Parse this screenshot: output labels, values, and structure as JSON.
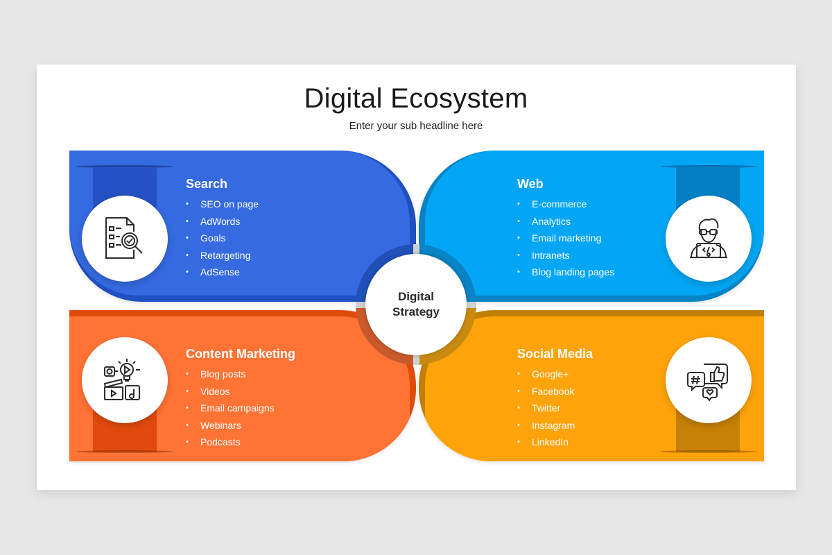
{
  "header": {
    "title": "Digital Ecosystem",
    "subtitle": "Enter your sub headline here"
  },
  "hub": {
    "line1": "Digital",
    "line2": "Strategy"
  },
  "quadrants": [
    {
      "title": "Search",
      "icon": "search-document-icon",
      "color": "#356ae0",
      "items": [
        "SEO on page",
        "AdWords",
        "Goals",
        "Retargeting",
        "AdSense"
      ]
    },
    {
      "title": "Web",
      "icon": "developer-laptop-icon",
      "color": "#03a6f4",
      "items": [
        "E-commerce",
        "Analytics",
        "Email marketing",
        "Intranets",
        "Blog landing pages"
      ]
    },
    {
      "title": "Content Marketing",
      "icon": "media-content-icon",
      "color": "#ff7335",
      "items": [
        "Blog posts",
        "Videos",
        "Email campaigns",
        "Webinars",
        "Podcasts"
      ]
    },
    {
      "title": "Social Media",
      "icon": "social-bubbles-icon",
      "color": "#ffa30a",
      "items": [
        "Google+",
        "Facebook",
        "Twitter",
        "Instagram",
        "LinkedIn"
      ]
    }
  ]
}
